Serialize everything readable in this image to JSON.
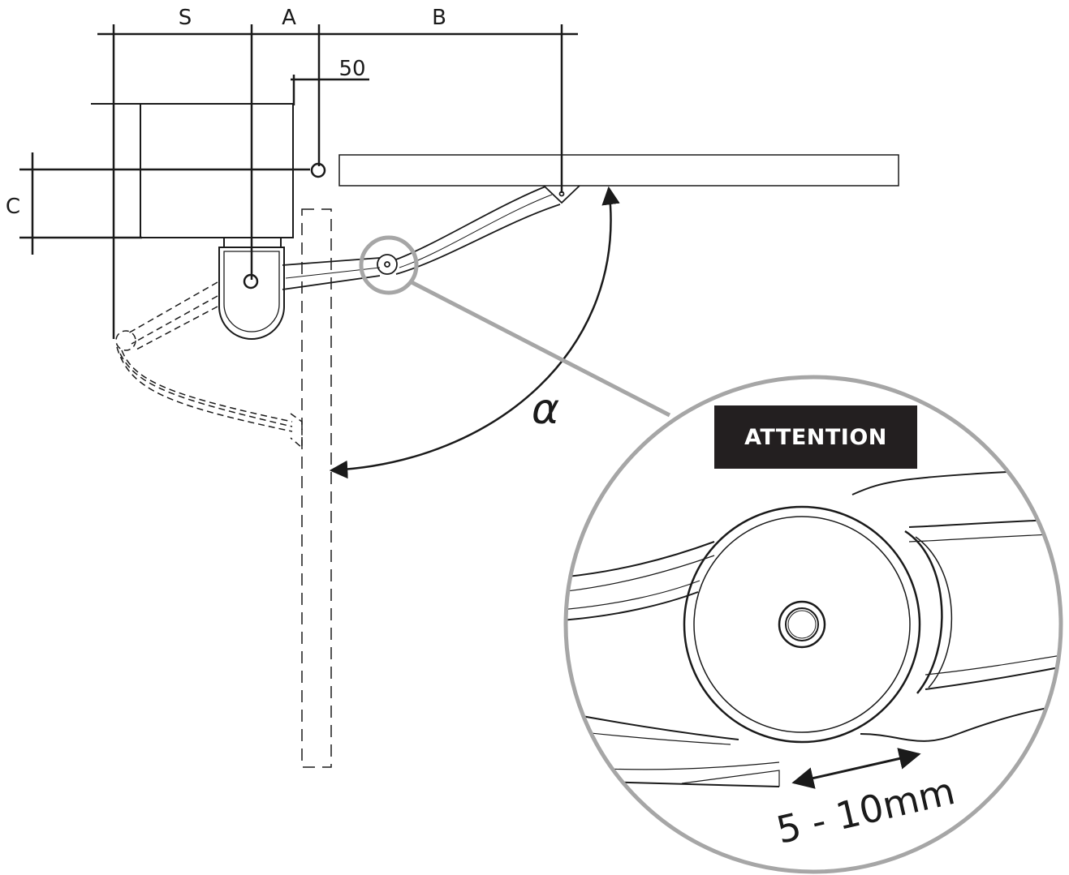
{
  "dimensions": {
    "s": "S",
    "a": "A",
    "b": "B",
    "c": "C",
    "offset_50": "50",
    "angle": "α"
  },
  "callout": {
    "title": "ATTENTION",
    "gap": "5 - 10mm"
  },
  "colors": {
    "line": "#1a1a1a",
    "callout_ring": "#a6a6a6",
    "attention_bg": "#231f20",
    "attention_text": "#ffffff"
  }
}
